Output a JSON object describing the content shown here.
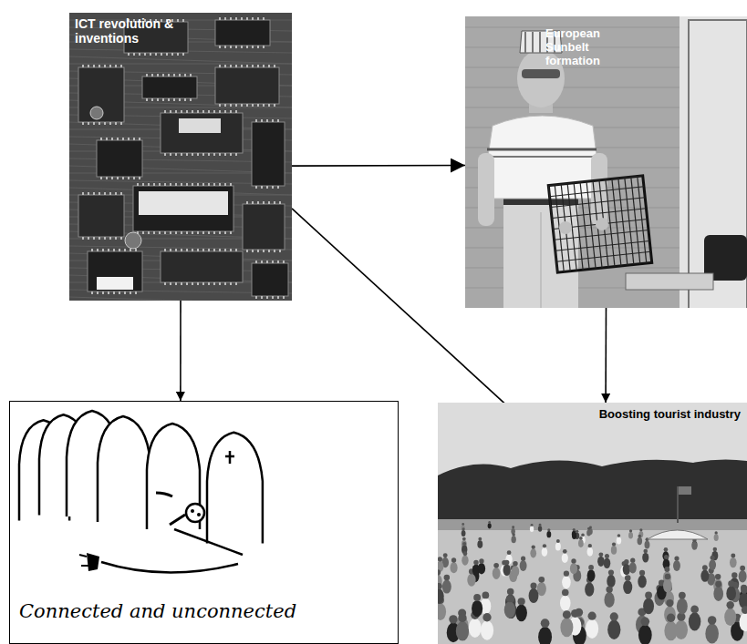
{
  "diagram": {
    "nodes": [
      {
        "text": [
          "ICT revolution & inventions"
        ]
      },
      {
        "text": [
          "European Sunbelt formation"
        ]
      },
      {
        "text": [
          "Connected and unconnected"
        ]
      },
      {
        "text": [
          "Boosting tourist industry"
        ]
      }
    ],
    "edges": [
      {
        "from": 0,
        "to": 1,
        "arrow": "to"
      },
      {
        "from": 0,
        "to": 2,
        "arrow": "to"
      },
      {
        "from": 0,
        "to": 3,
        "arrow": "to"
      },
      {
        "from": 1,
        "to": 3,
        "arrow": "to"
      }
    ]
  }
}
